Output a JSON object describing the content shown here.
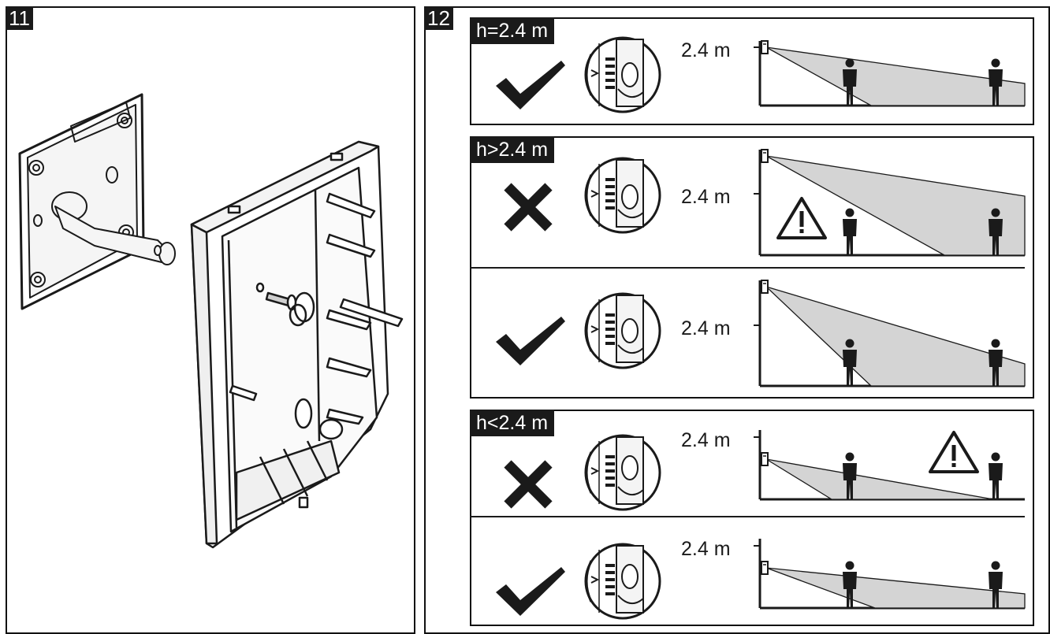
{
  "figure11": {
    "number": "11"
  },
  "figure12": {
    "number": "12",
    "height_label": "2.4 m",
    "groups": [
      {
        "tag": "h=2.4 m",
        "rows": [
          {
            "status": "check",
            "warning": "none"
          }
        ]
      },
      {
        "tag": "h>2.4 m",
        "rows": [
          {
            "status": "cross",
            "warning": "left"
          },
          {
            "status": "check",
            "warning": "none"
          }
        ]
      },
      {
        "tag": "h<2.4 m",
        "rows": [
          {
            "status": "cross",
            "warning": "right"
          },
          {
            "status": "check",
            "warning": "none"
          }
        ]
      }
    ]
  },
  "icons": {
    "check": "check-mark-icon",
    "cross": "cross-mark-icon",
    "warning": "warning-triangle-icon"
  },
  "colors": {
    "ink": "#1a1a1a",
    "zone": "#d4d4d4",
    "background": "#ffffff"
  }
}
